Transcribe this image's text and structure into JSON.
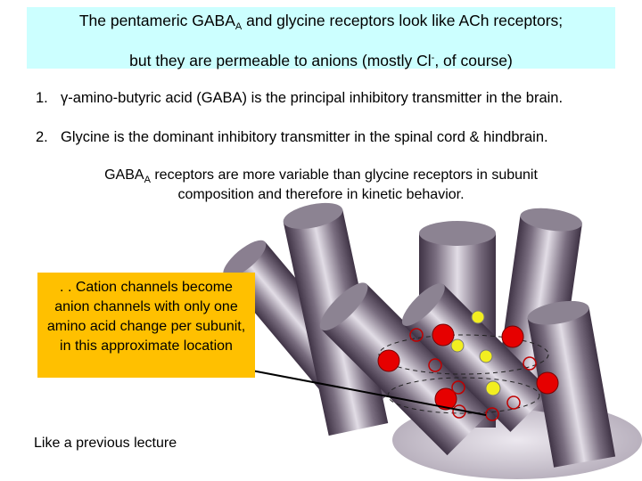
{
  "title": {
    "line1_a": "The pentameric GABA",
    "line1_sub": "A",
    "line1_b": " and glycine receptors look like ACh receptors;",
    "line2_a": "but they are permeable to anions (mostly Cl",
    "line2_sup": "-",
    "line2_b": ", of course)"
  },
  "list": {
    "item1_num": "1.",
    "item1_text": "γ-amino-butyric acid (GABA) is the principal inhibitory transmitter in the brain.",
    "item2_num": "2.",
    "item2_text": "Glycine is the dominant inhibitory transmitter in the spinal cord & hindbrain."
  },
  "note": {
    "line1_a": "GABA",
    "line1_sub": "A",
    "line1_b": " receptors are more variable than glycine receptors in subunit",
    "line2": "composition and therefore in kinetic behavior."
  },
  "callout": {
    "text": ". . Cation channels become anion channels with only one amino acid change per subunit, in this approximate location"
  },
  "footer": {
    "text": "Like a previous lecture"
  },
  "colors": {
    "title_bg": "#ccffff",
    "callout_bg": "#ffc000",
    "helix_dark": "#55485a",
    "helix_light": "#d6d0da",
    "red_marker": "#e60000",
    "yellow_marker": "#f2ee20"
  }
}
